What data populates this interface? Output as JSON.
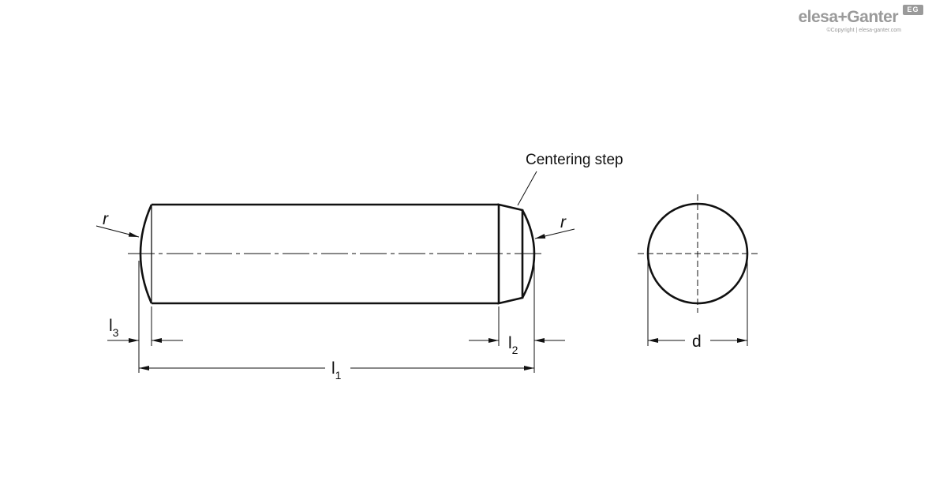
{
  "brand": {
    "name": "elesa+Ganter",
    "mark": "EG",
    "copyright": "©Copyright | elesa-ganter.com"
  },
  "labels": {
    "centering_step": "Centering step",
    "r_left": "r",
    "r_right": "r",
    "l3": "l",
    "l3_sub": "3",
    "l2": "l",
    "l2_sub": "2",
    "l1": "l",
    "l1_sub": "1",
    "d": "d"
  },
  "colors": {
    "line": "#111111",
    "brand": "#9a9a9a"
  }
}
